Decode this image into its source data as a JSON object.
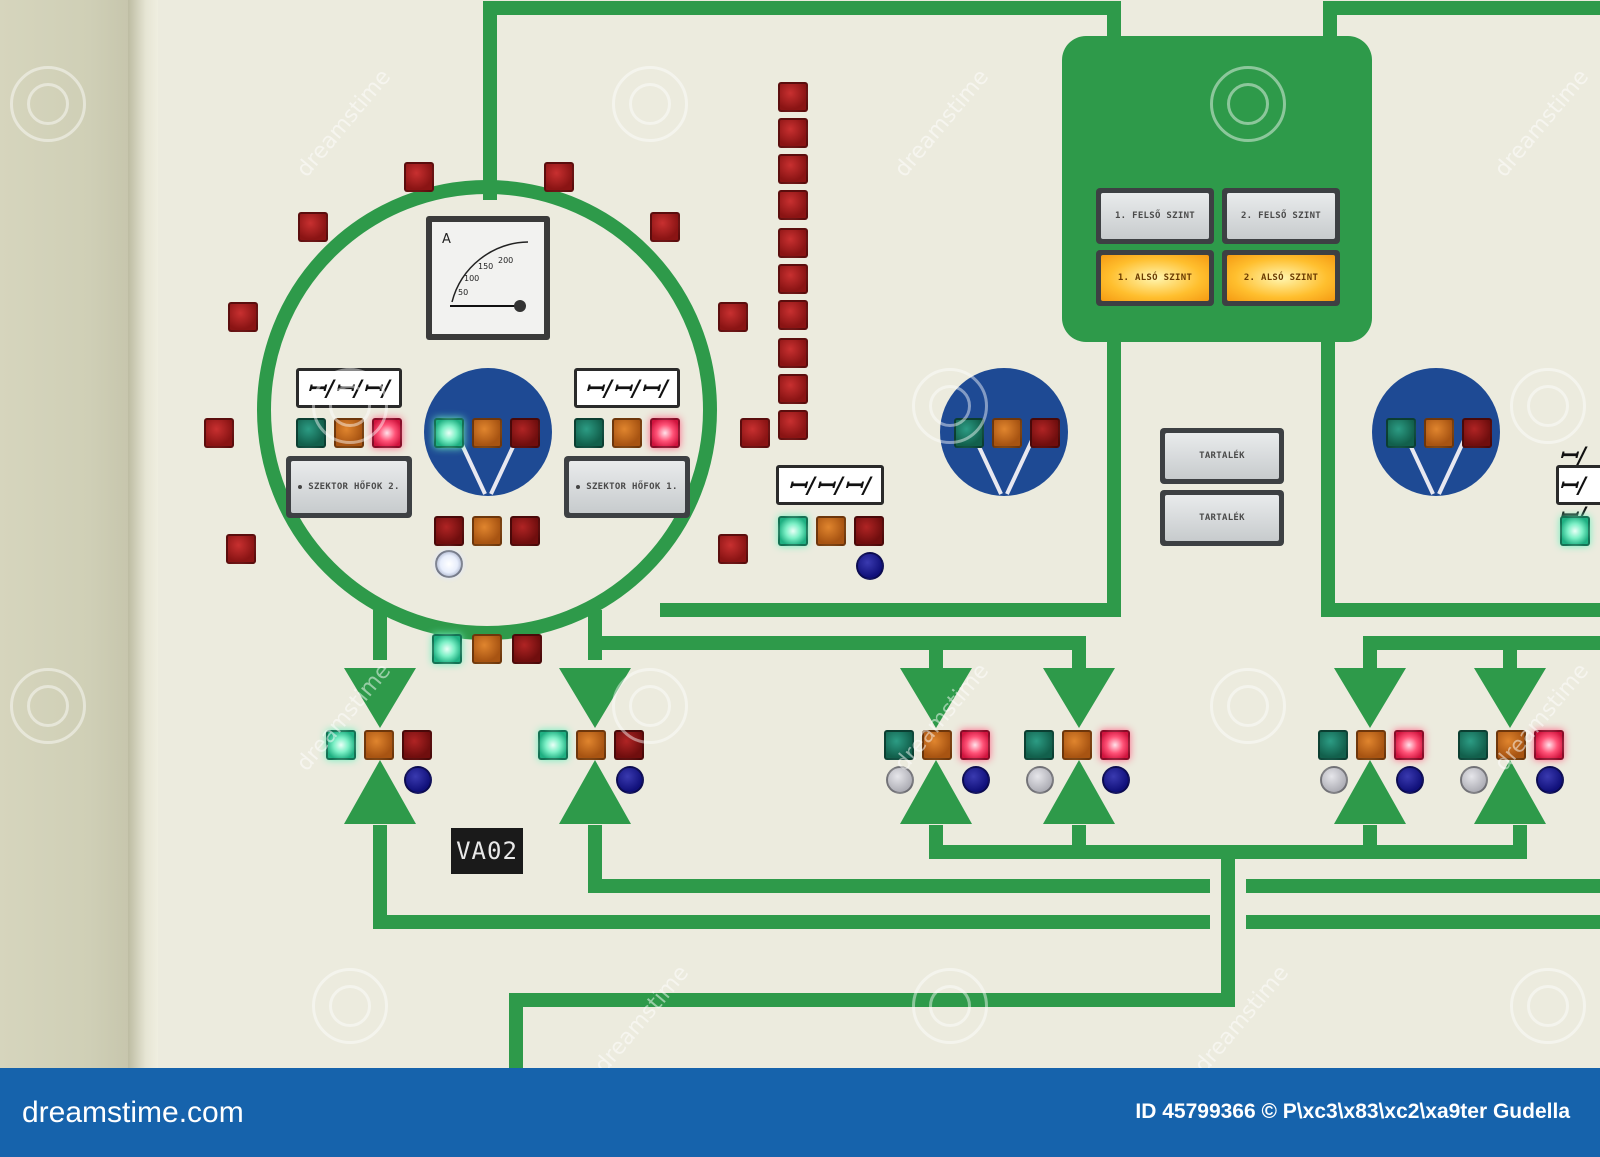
{
  "meter": {
    "unit": "A",
    "scale_50": "50",
    "scale_100": "100",
    "scale_150": "150",
    "scale_200": "200"
  },
  "labels": {
    "sector_2": "SZEKTOR HŐFOK 2.",
    "sector_1": "SZEKTOR HŐFOK 1.",
    "upper_1": "1. FELSŐ SZINT",
    "upper_2": "2. FELSŐ SZINT",
    "lower_1": "1. ALSÓ SZINT",
    "lower_2": "2. ALSÓ SZINT",
    "reserve_1": "TARTALÉK",
    "reserve_2": "TARTALÉK"
  },
  "fuse_symbol": "ꟷ/ꟷ/ꟷ/",
  "valve_tag": "VA02",
  "footer": {
    "brand": "dreamstime.com",
    "credit": "ID 45799366 © P\\xc3\\x83\\xc2\\xa9ter Gudella"
  },
  "watermark": "dreamstime",
  "colors": {
    "pipe_green": "#2e9a4a",
    "panel": "#ecebde",
    "footer": "#1663ac"
  }
}
